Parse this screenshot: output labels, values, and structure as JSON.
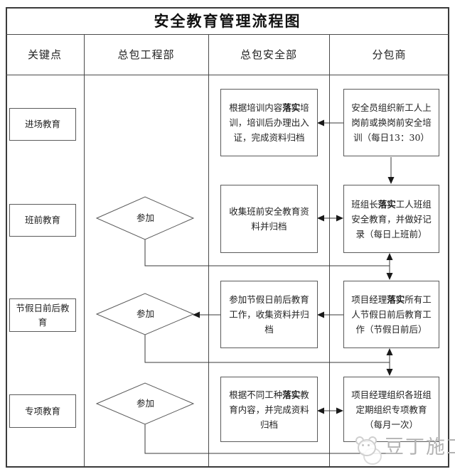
{
  "title": "安全教育管理流程图",
  "columns": [
    "关键点",
    "总包工程部",
    "总包安全部",
    "分包商"
  ],
  "rows": [
    {
      "key_point": "进场教育",
      "participate": "",
      "safety": {
        "pre": "根据培训内容",
        "bold": "落实",
        "post": "培训，培训后办理出入证，完成资料归档"
      },
      "sub": {
        "pre": "安全员组织新工人上岗前或换岗前安全培训（每日13：30）",
        "bold": "",
        "post": ""
      }
    },
    {
      "key_point": "班前教育",
      "participate": "参加",
      "safety": {
        "pre": "收集班前安全教育资料并归档",
        "bold": "",
        "post": ""
      },
      "sub": {
        "pre": "班组长",
        "bold": "落实",
        "post": "工人班组安全教育，并做好记录（每日上班前）"
      }
    },
    {
      "key_point": "节假日前后教育",
      "participate": "参加",
      "safety": {
        "pre": "参加节假日前后教育工作，收集资料并归档",
        "bold": "",
        "post": ""
      },
      "sub": {
        "pre": "项目经理",
        "bold": "落实",
        "post": "所有工人节假日前后教育工作（节假日前后）"
      }
    },
    {
      "key_point": "专项教育",
      "participate": "参加",
      "safety": {
        "pre": "根据不同工种",
        "bold": "落实",
        "post": "教育内容，并完成资料归档"
      },
      "sub": {
        "pre": "项目经理组织各班组定期组织专项教育（每月一次）",
        "bold": "",
        "post": ""
      }
    }
  ],
  "watermark": {
    "text": "豆丁施工"
  },
  "colors": {
    "line": "#3a3a3a",
    "box_border": "#5a5a5a",
    "watermark": "#b3b3b3"
  }
}
